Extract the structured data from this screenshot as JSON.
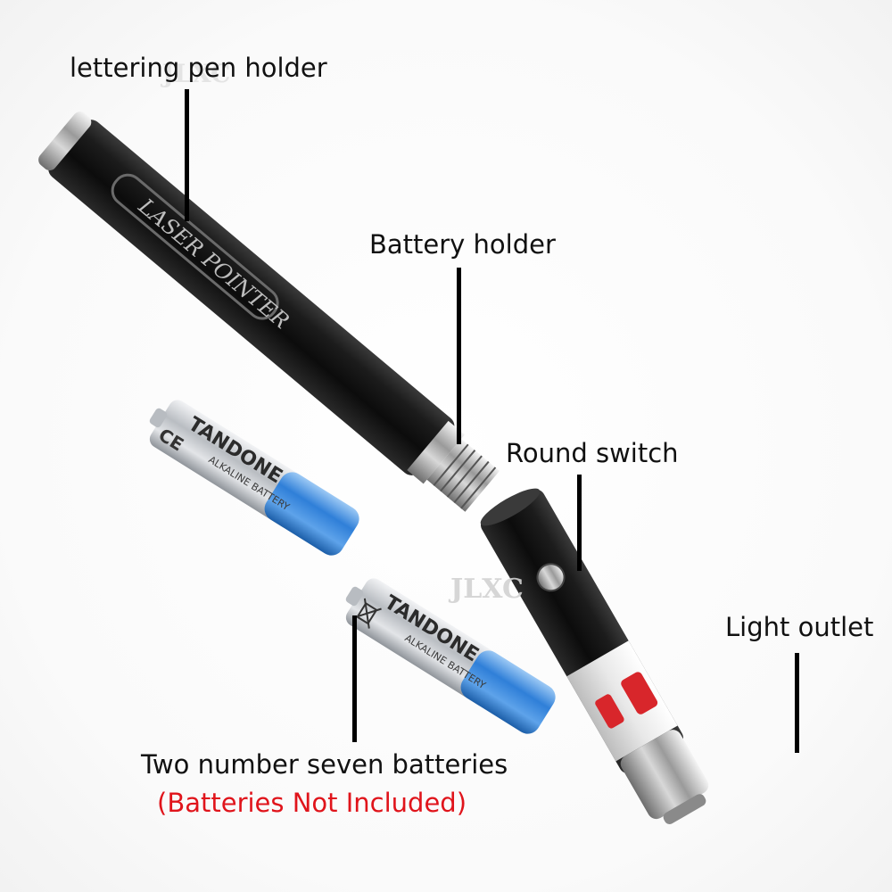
{
  "labels": {
    "lettering_pen_holder": "lettering pen holder",
    "battery_holder": "Battery holder",
    "round_switch": "Round switch",
    "light_outlet": "Light outlet",
    "batteries": "Two number seven batteries",
    "not_included": "(Batteries Not Included)"
  },
  "engravings": {
    "pen_text": "LASER POINTER",
    "battery_brand": "TANDONE",
    "battery_type": "ALKALINE BATTERY",
    "battery_marking": "CE"
  },
  "watermark": "JLXC",
  "colors": {
    "label_text": "#111111",
    "warning_text": "#e0141b",
    "pen_body": "#141414",
    "battery_blue": "#2f7fd8",
    "battery_silver": "#c9cdd2",
    "sticker_red": "#d8262b"
  },
  "icons": {
    "star": "star-icon",
    "ce_mark": "ce-mark-icon",
    "recycle_bin": "crossed-bin-icon"
  }
}
